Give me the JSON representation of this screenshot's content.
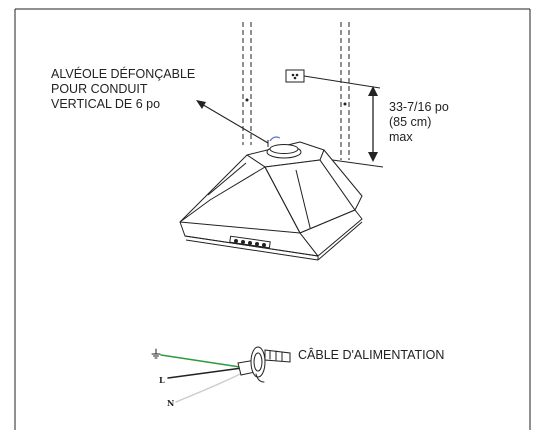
{
  "diagram": {
    "knockout_label": [
      "ALVÉOLE DÉFONÇABLE",
      "POUR CONDUIT",
      "VERTICAL DE 6 po"
    ],
    "height_label": [
      "33-7/16 po",
      "(85 cm)",
      "max"
    ],
    "cable_label": "CÂBLE D'ALIMENTATION",
    "wire_labels": {
      "line": "L",
      "neutral": "N"
    },
    "colors": {
      "line_art": "#222222",
      "ground_wire": "#2e9a3e",
      "neutral_wire": "#cfcfcf",
      "duct_tab": "#5577cc"
    }
  }
}
